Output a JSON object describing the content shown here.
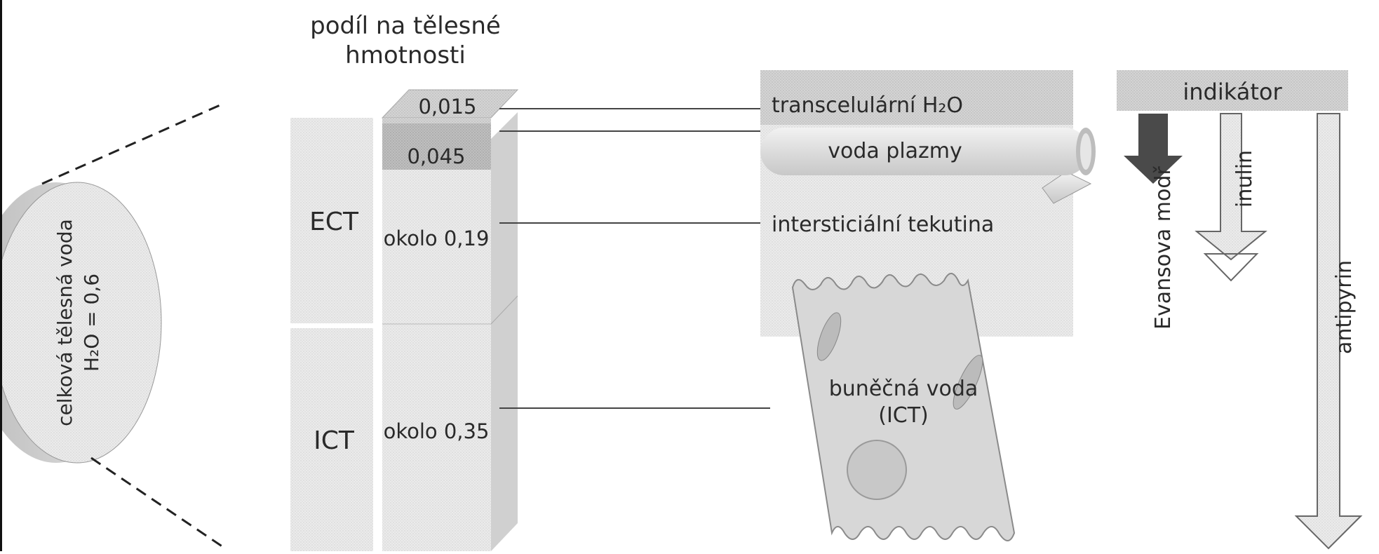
{
  "header": {
    "line1": "podíl na tělesné",
    "line2": "hmotnosti"
  },
  "disc": {
    "line1": "celková tělesná voda",
    "line2": "H₂O = 0,6"
  },
  "column": {
    "ect_label": "ECT",
    "ict_label": "ICT",
    "values": {
      "transcellular": "0,015",
      "plasma": "0,045",
      "interstitial": "okolo 0,19",
      "cellular": "okolo 0,35"
    }
  },
  "compartments": {
    "transcellular": "transcelulární H₂O",
    "plasma": "voda plazmy",
    "interstitial": "intersticiální tekutina",
    "cell_line1": "buněčná voda",
    "cell_line2": "(ICT)"
  },
  "indicator": {
    "title": "indikátor",
    "evans": "Evansova modř",
    "inulin": "inulin",
    "antipyrin": "antipyrin"
  },
  "colors": {
    "pattern_light": "#e6e6e6",
    "pattern_dark": "#bdbdbd",
    "evans_arrow": "#4a4a4a",
    "line": "#444444"
  }
}
